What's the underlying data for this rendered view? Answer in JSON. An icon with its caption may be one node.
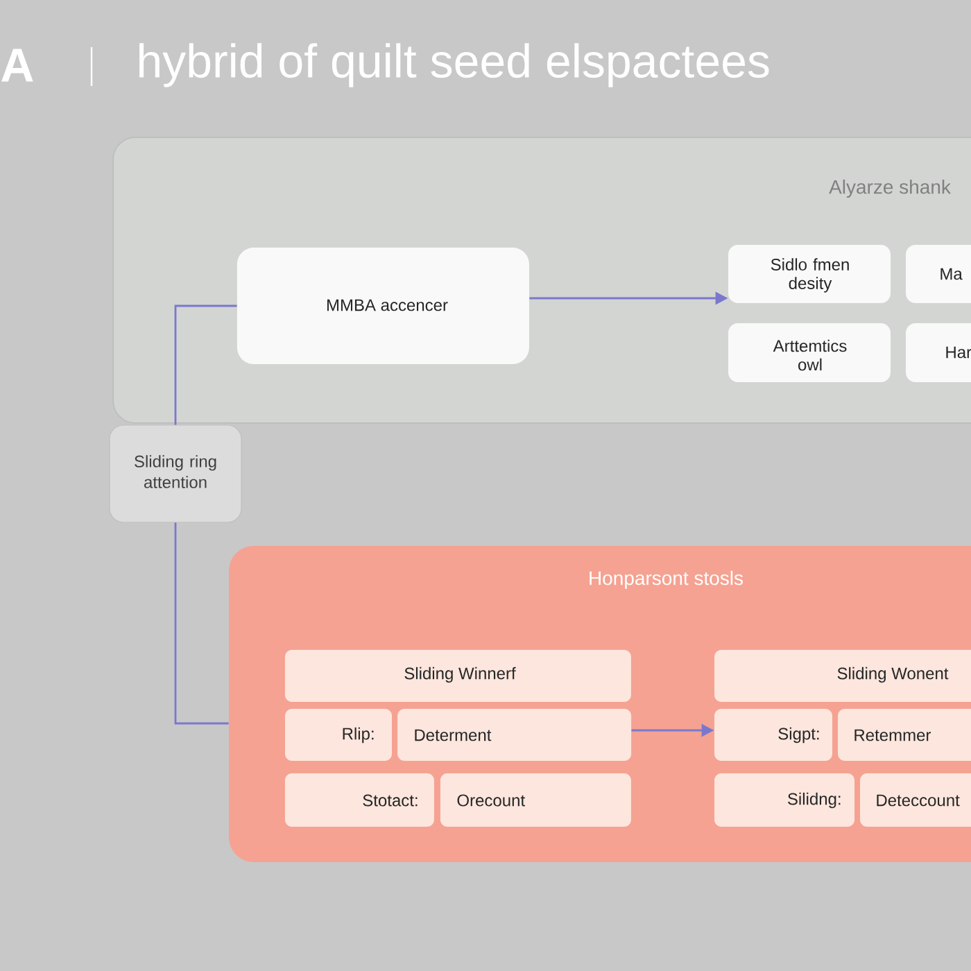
{
  "diagram": {
    "title": "hybrid of quilt seed elspactees",
    "nodes": [
      {
        "text": [
          "Alyarze shank"
        ]
      },
      {
        "text": [
          "MMBA accencer"
        ],
        "in": 0
      },
      {
        "text": [
          "Sidlo fmen desity"
        ],
        "in": 0
      },
      {
        "text": [
          "Ma"
        ],
        "in": 0
      },
      {
        "text": [
          "Arttemtics owl"
        ],
        "in": 0
      },
      {
        "text": [
          "Har"
        ],
        "in": 0
      },
      {
        "text": [
          "Sliding ring attention"
        ]
      },
      {
        "text": [
          "Honparsont stosls"
        ]
      },
      {
        "text": [
          "Sliding Winnerf"
        ],
        "in": 7
      },
      {
        "text": [
          "Rlip:"
        ],
        "in": 7
      },
      {
        "text": [
          "Determent"
        ],
        "in": 7
      },
      {
        "text": [
          "Stotact:"
        ],
        "in": 7
      },
      {
        "text": [
          "Orecount"
        ],
        "in": 7
      },
      {
        "text": [
          "Sliding Wonent"
        ],
        "in": 7
      },
      {
        "text": [
          "Sigpt:"
        ],
        "in": 7
      },
      {
        "text": [
          "Retemmer"
        ],
        "in": 7
      },
      {
        "text": [
          "Silidng:"
        ],
        "in": 7
      },
      {
        "text": [
          "Deteccount"
        ],
        "in": 7
      }
    ],
    "edges": [
      {
        "from": 6,
        "to": 1,
        "arrow": "none"
      },
      {
        "from": 6,
        "to": 7,
        "arrow": "none"
      },
      {
        "from": 1,
        "to": 2,
        "arrow": "to"
      },
      {
        "from": 10,
        "to": 14,
        "arrow": "to"
      }
    ],
    "labels": [
      "A"
    ]
  }
}
